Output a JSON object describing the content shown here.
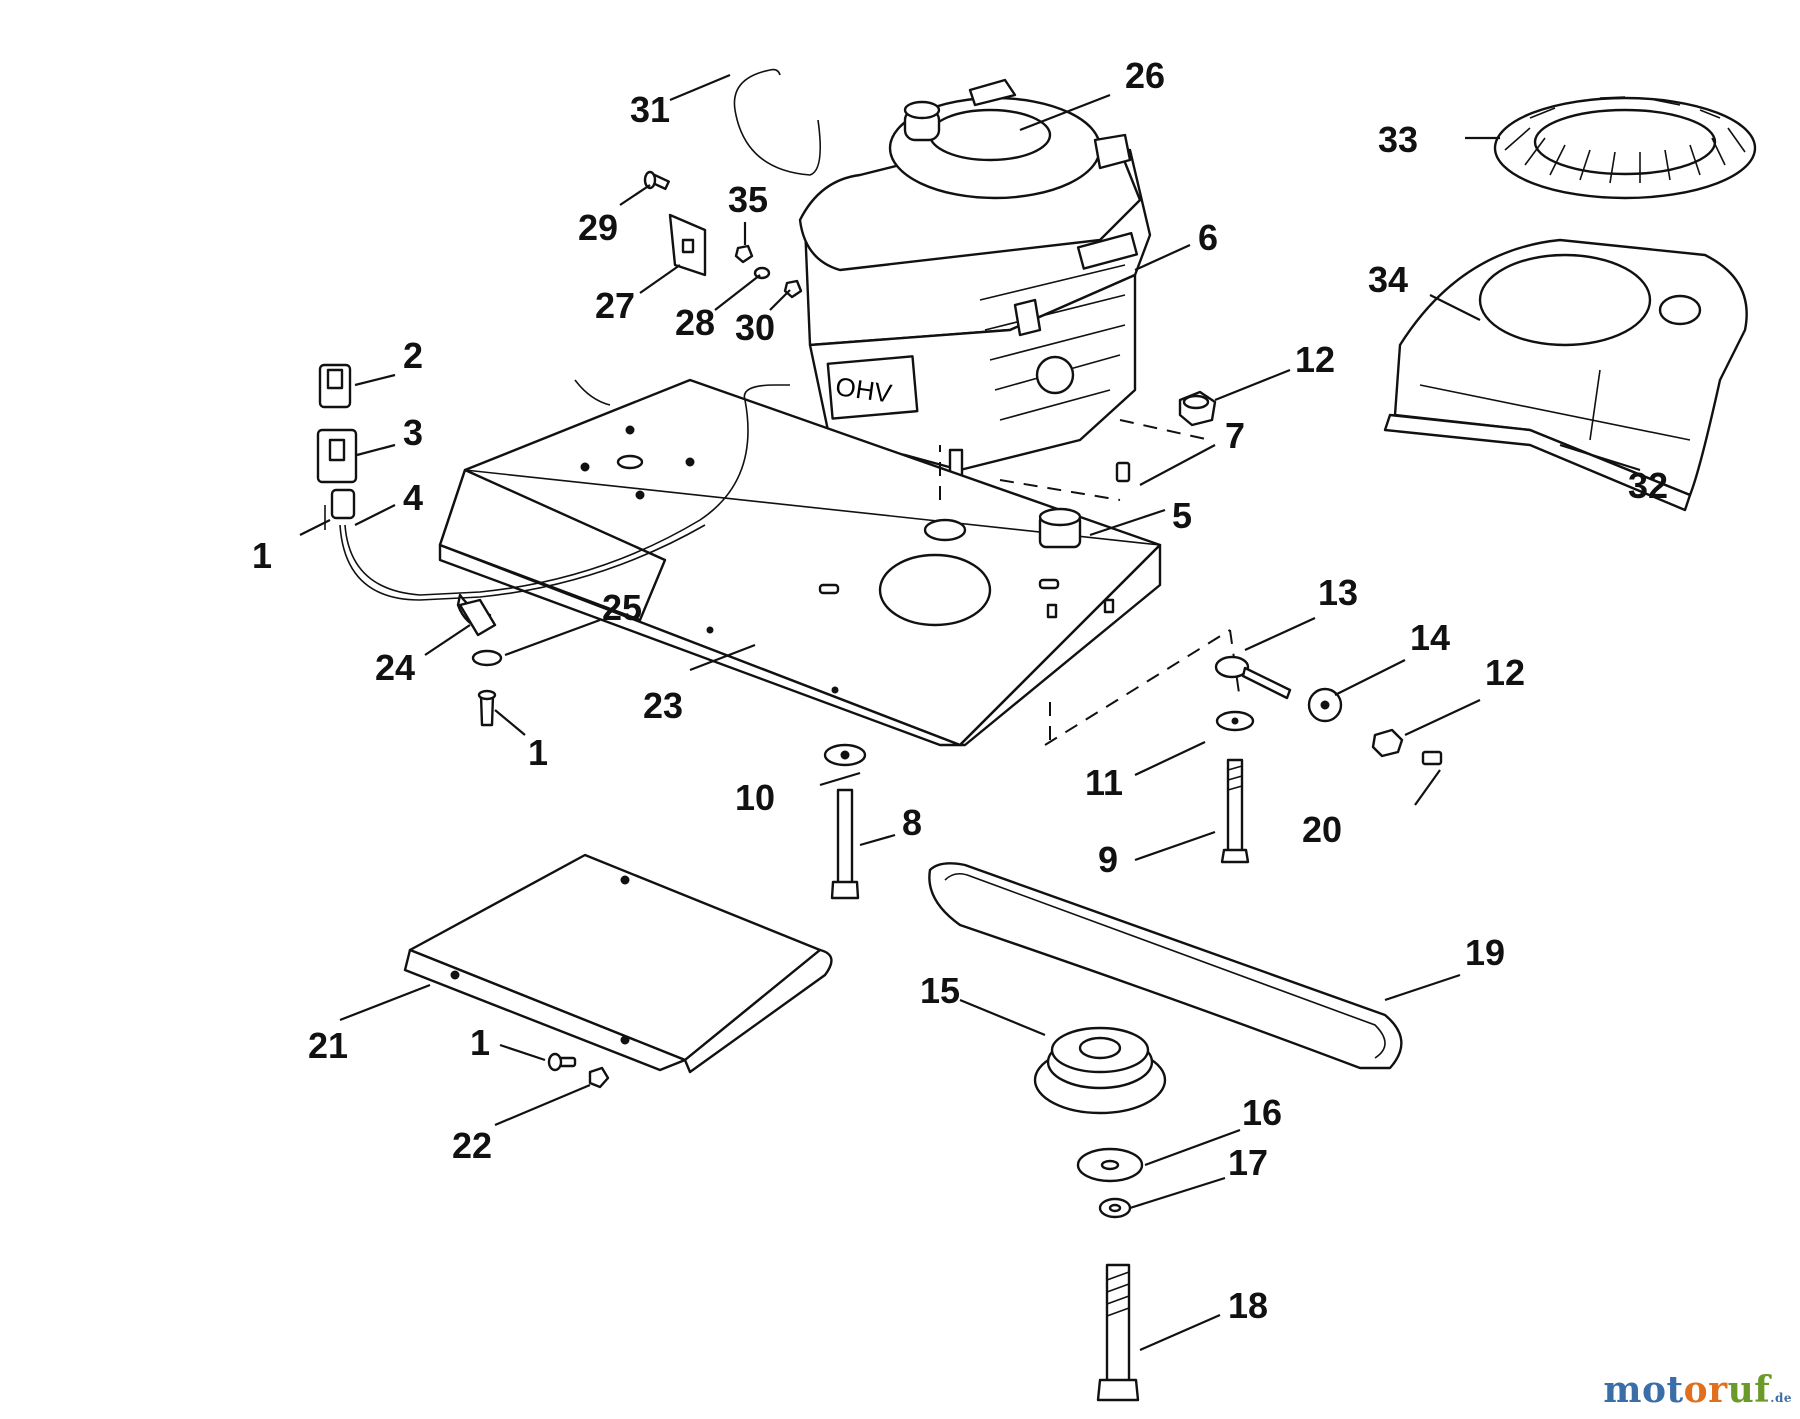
{
  "callouts": {
    "p1a": "1",
    "p1b": "1",
    "p1c": "1",
    "p2": "2",
    "p3": "3",
    "p4": "4",
    "p5": "5",
    "p6": "6",
    "p7": "7",
    "p8": "8",
    "p9": "9",
    "p10": "10",
    "p11": "11",
    "p12a": "12",
    "p12b": "12",
    "p13": "13",
    "p14": "14",
    "p15": "15",
    "p16": "16",
    "p17": "17",
    "p18": "18",
    "p19": "19",
    "p20": "20",
    "p21": "21",
    "p22": "22",
    "p23": "23",
    "p24": "24",
    "p25": "25",
    "p26": "26",
    "p27": "27",
    "p28": "28",
    "p29": "29",
    "p30": "30",
    "p31": "31",
    "p32": "32",
    "p33": "33",
    "p34": "34",
    "p35": "35"
  },
  "engine_badge": "OHV",
  "watermark": {
    "part1": "mot",
    "part2": "or",
    "part3": "uf",
    "tld": ".de"
  },
  "colors": {
    "ink": "#111111",
    "paper": "#ffffff",
    "brand_blue": "#3a6ea8",
    "brand_orange": "#e07020",
    "brand_green": "#6a9a2a"
  }
}
